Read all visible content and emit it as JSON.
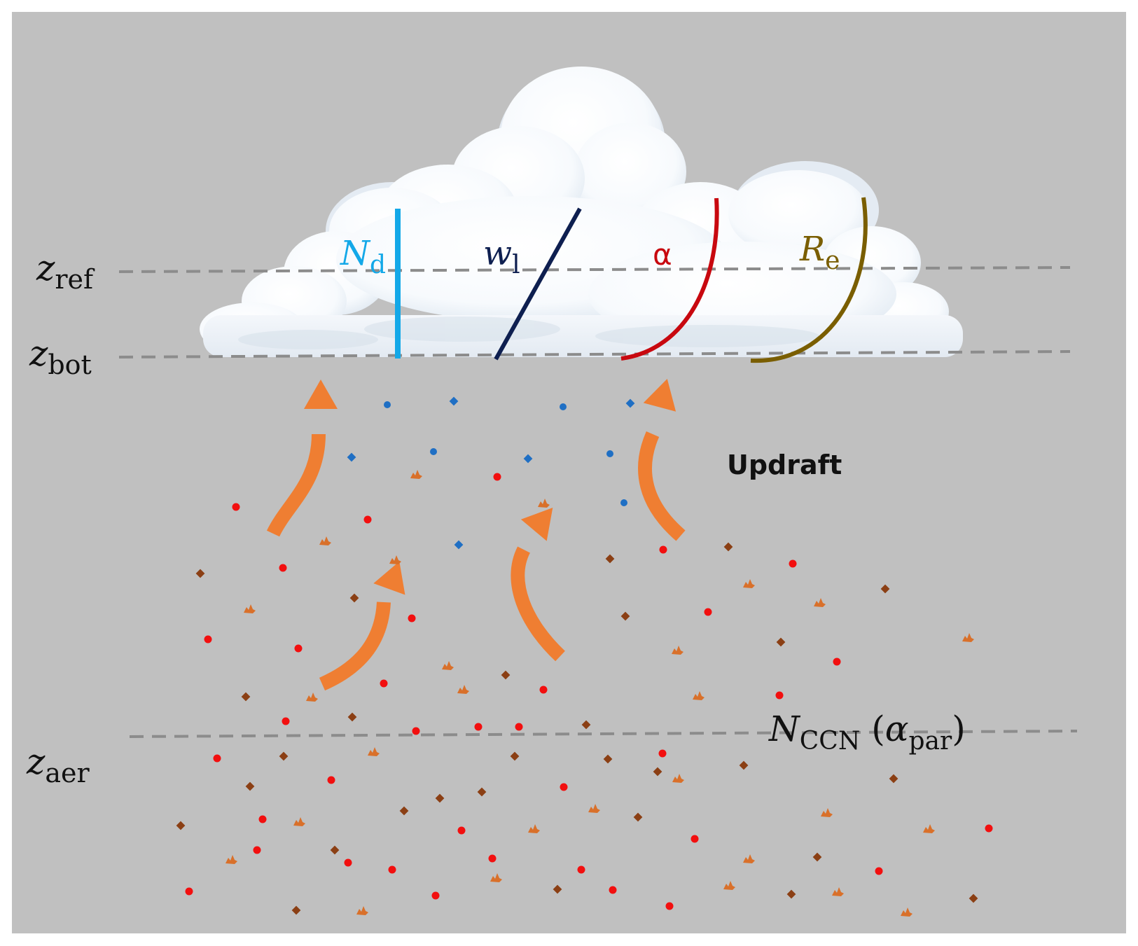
{
  "colors": {
    "background": "#c0c0c0",
    "frame": "#ffffff",
    "dashed_line": "#8c8c8c",
    "nd_line": "#13a8e8",
    "wl_line": "#0e1f50",
    "alpha_line": "#c8080f",
    "re_line": "#7a5e00",
    "arrow": "#ef7e32",
    "droplet_blue": "#1f6fc4",
    "aerosol_red": "#f20f0f",
    "aerosol_brown": "#8b3f14",
    "aerosol_orange": "#d9702a"
  },
  "levels": {
    "ref": {
      "symbol": "z",
      "subscript": "ref"
    },
    "bot": {
      "symbol": "z",
      "subscript": "bot"
    },
    "aer": {
      "symbol": "z",
      "subscript": "aer"
    }
  },
  "profiles": {
    "nd": {
      "symbol": "N",
      "subscript": "d"
    },
    "wl": {
      "symbol": "w",
      "subscript": "l"
    },
    "alpha": {
      "symbol": "α"
    },
    "re": {
      "symbol": "R",
      "subscript": "e"
    }
  },
  "updraft_label": "Updraft",
  "ccn_label": {
    "symbol": "N",
    "subscript": "CCN",
    "open": " (",
    "param": "α",
    "param_subscript": "par",
    "close": ")"
  },
  "icons": {
    "cloud": "cloud-icon",
    "updraft": "curved-arrow-icon",
    "droplet": "dot-icon",
    "aerosol": "particle-icon"
  }
}
